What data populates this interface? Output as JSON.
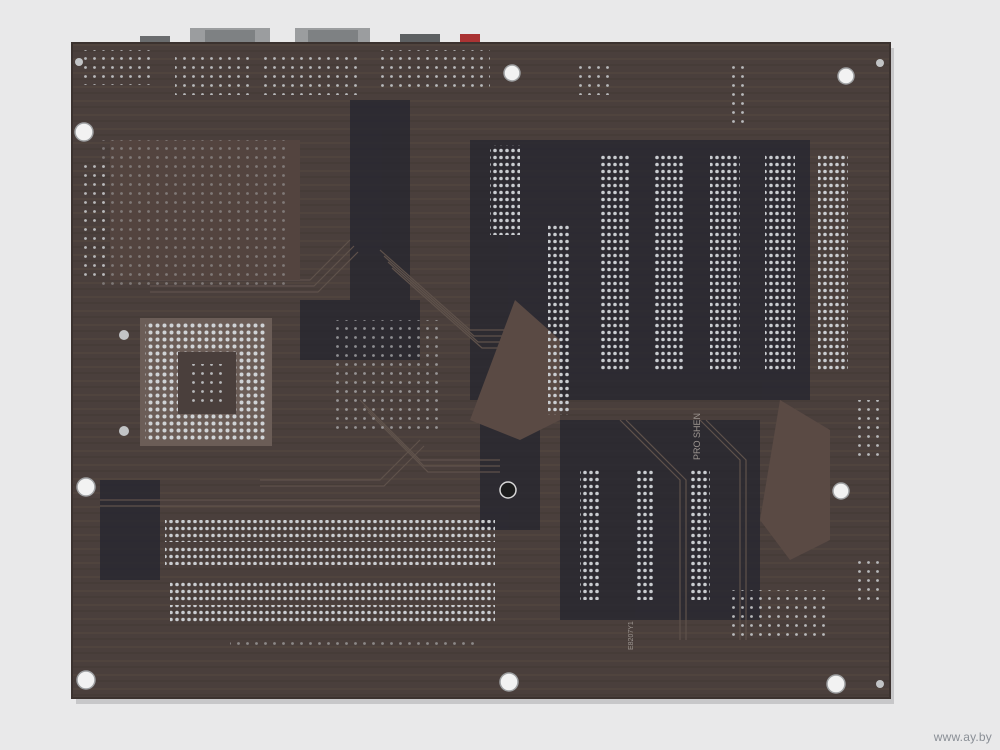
{
  "photo": {
    "subject": "motherboard-underside",
    "board_color": "#4a3f3c",
    "trace_color": "#5b4e49",
    "shadow_color": "#26272e",
    "background_color": "#e9e9ea",
    "solder_color": "#cfd2d4"
  },
  "board_text": {
    "marking_vertical": "PRO SHEN",
    "marking_small": "E8207Y1"
  },
  "watermark": "www.ay.by"
}
